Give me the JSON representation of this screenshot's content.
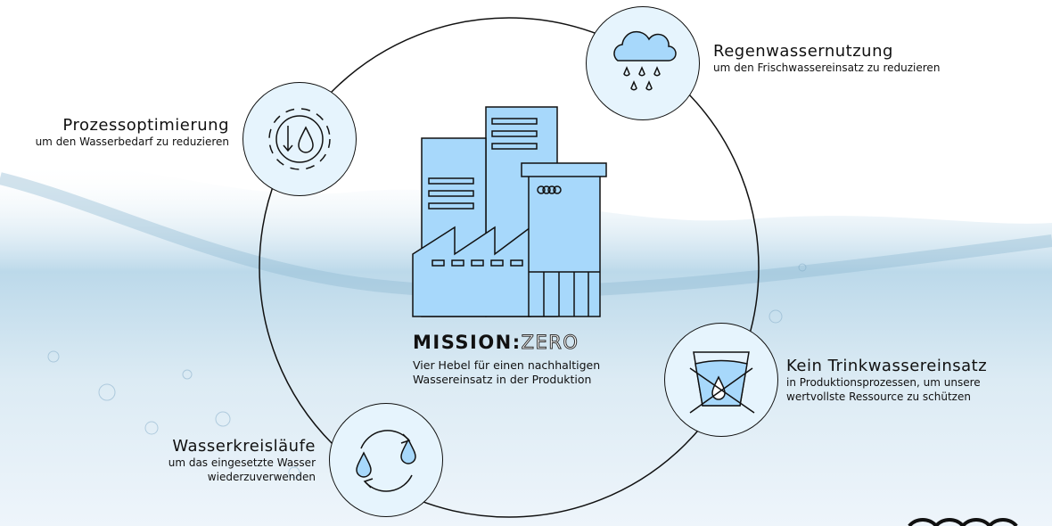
{
  "title": {
    "mission": "MISSION:",
    "zero": "ZERO",
    "subtitle_line1": "Vier Hebel für einen nachhaltigen",
    "subtitle_line2": "Wassereinsatz in der Produktion"
  },
  "levers": [
    {
      "title": "Prozessoptimierung",
      "line1": "um den Wasserbedarf zu reduzieren",
      "line2": ""
    },
    {
      "title": "Regenwassernutzung",
      "line1": "um den Frischwassereinsatz zu reduzieren",
      "line2": ""
    },
    {
      "title": "Kein Trinkwassereinsatz",
      "line1": "in Produktionsprozessen, um unsere",
      "line2": "wertvollste Ressource zu schützen"
    },
    {
      "title": "Wasserkreisläufe",
      "line1": "um das eingesetzte Wasser",
      "line2": "wiederzuverwenden"
    }
  ],
  "colors": {
    "accent": "#9fd4f7",
    "stroke": "#111111"
  }
}
